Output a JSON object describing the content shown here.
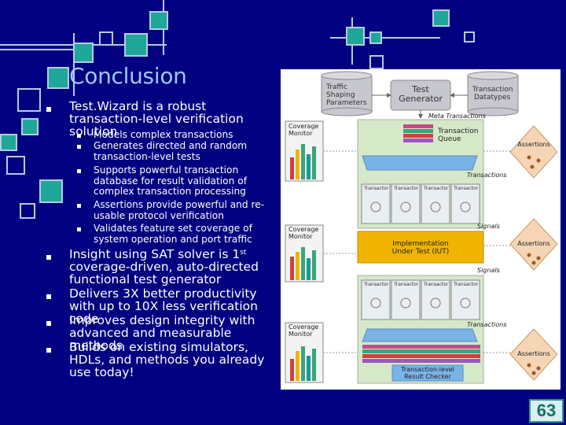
{
  "slide": {
    "title": "Conclusion",
    "page_number": "63",
    "bullets": [
      {
        "text": "Test.Wizard is a robust transaction-level verification solution"
      },
      {
        "text": "Models complex transactions",
        "sub": true
      },
      {
        "text": "Generates directed and random transaction-level tests",
        "sub": true
      },
      {
        "text": "Supports powerful transaction database for result validation of complex transaction processing",
        "sub": true
      },
      {
        "text": "Assertions provide powerful and re-usable protocol verification",
        "sub": true
      },
      {
        "text": "Validates feature set coverage of system operation and port traffic",
        "sub": true
      },
      {
        "text_pre": "Insight using SAT solver is 1",
        "sup": "st",
        "text_post": " coverage-driven, auto-directed functional test generator"
      },
      {
        "text": "Delivers 3X better productivity with up to 10X less verification code"
      },
      {
        "text": "Improves design integrity with advanced and measurable methods"
      },
      {
        "text": "Builds on existing simulators, HDLs, and methods you already use today!"
      }
    ]
  },
  "diagram": {
    "traffic": "Traffic Shaping Parameters",
    "test_gen": "Test Generator",
    "datatypes": "Transaction Datatypes",
    "meta": "Meta Transactions",
    "coverage_monitor": "Coverage Monitor",
    "queue": "Transaction Queue",
    "assertions": "Assertions",
    "transactions": "Transactions",
    "transactor": "Transactor",
    "signals": "Signals",
    "iut": "Implementation Under Test (IUT)",
    "checker": "Transaction-level Result Checker"
  },
  "colors": {
    "background": "#000080",
    "title": "#9ec7ff",
    "iut": "#f0b400",
    "teal": "#1fa89a"
  }
}
